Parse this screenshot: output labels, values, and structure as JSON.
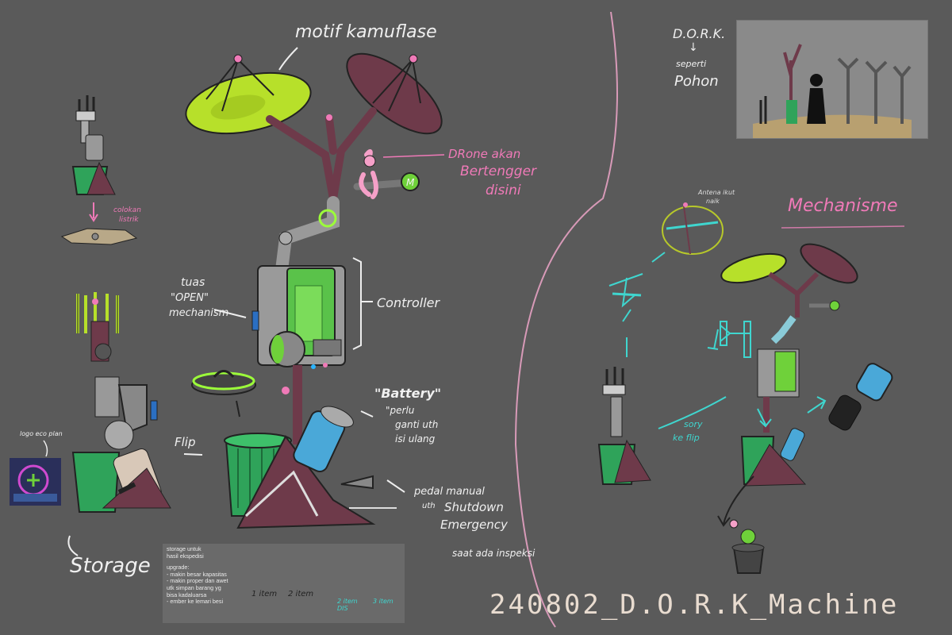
{
  "title": "240802_D.O.R.K_Machine",
  "labels": {
    "camouflage": "motif kamuflase",
    "drone_line1": "DRone akan",
    "drone_line2": "Bertengger",
    "drone_line3": "disini",
    "lever_line1": "tuas",
    "lever_line2": "\"OPEN\"",
    "lever_line3": "mechanism",
    "controller": "Controller",
    "battery_title": "\"Battery\"",
    "battery_line1": "\"perlu",
    "battery_line2": "ganti uth",
    "battery_line3": "isi ulang",
    "pedal_line1": "pedal manual",
    "pedal_line2": "uth",
    "pedal_line3": "Shutdown",
    "pedal_line4": "Emergency",
    "pedal_line5": "saat ada inspeksi",
    "colokan_line1": "colokan",
    "colokan_line2": "listrik",
    "logo_label": "logo eco plan",
    "flip": "Flip",
    "storage": "Storage",
    "mechanisme": "Mechanisme",
    "antena_line1": "Antena ikut",
    "antena_line2": "naik",
    "sorry_line1": "sory",
    "sorry_line2": "ke flip",
    "dork": "D.O.R.K.",
    "seperti": "seperti",
    "pohon": "Pohon"
  },
  "notes": {
    "lines": [
      "storage untuk",
      "hasil ekspedisi",
      "",
      "upgrade:",
      "- makin besar kapasitas",
      "- makin proper dan awet",
      "utk simpan barang yg",
      "bisa kadaluarsa",
      "- ember ke lemari besi"
    ],
    "item1": "1 item",
    "item2": "2 item",
    "item3": "2 item\nDIS",
    "item4": "3 item"
  },
  "colors": {
    "background": "#5a5a5a",
    "lime": "#b7e02a",
    "maroon": "#6e3a4a",
    "green": "#2fa35a",
    "pink": "#f07ab8",
    "cyan": "#3fd6cf",
    "title": "#e9dcd0"
  }
}
